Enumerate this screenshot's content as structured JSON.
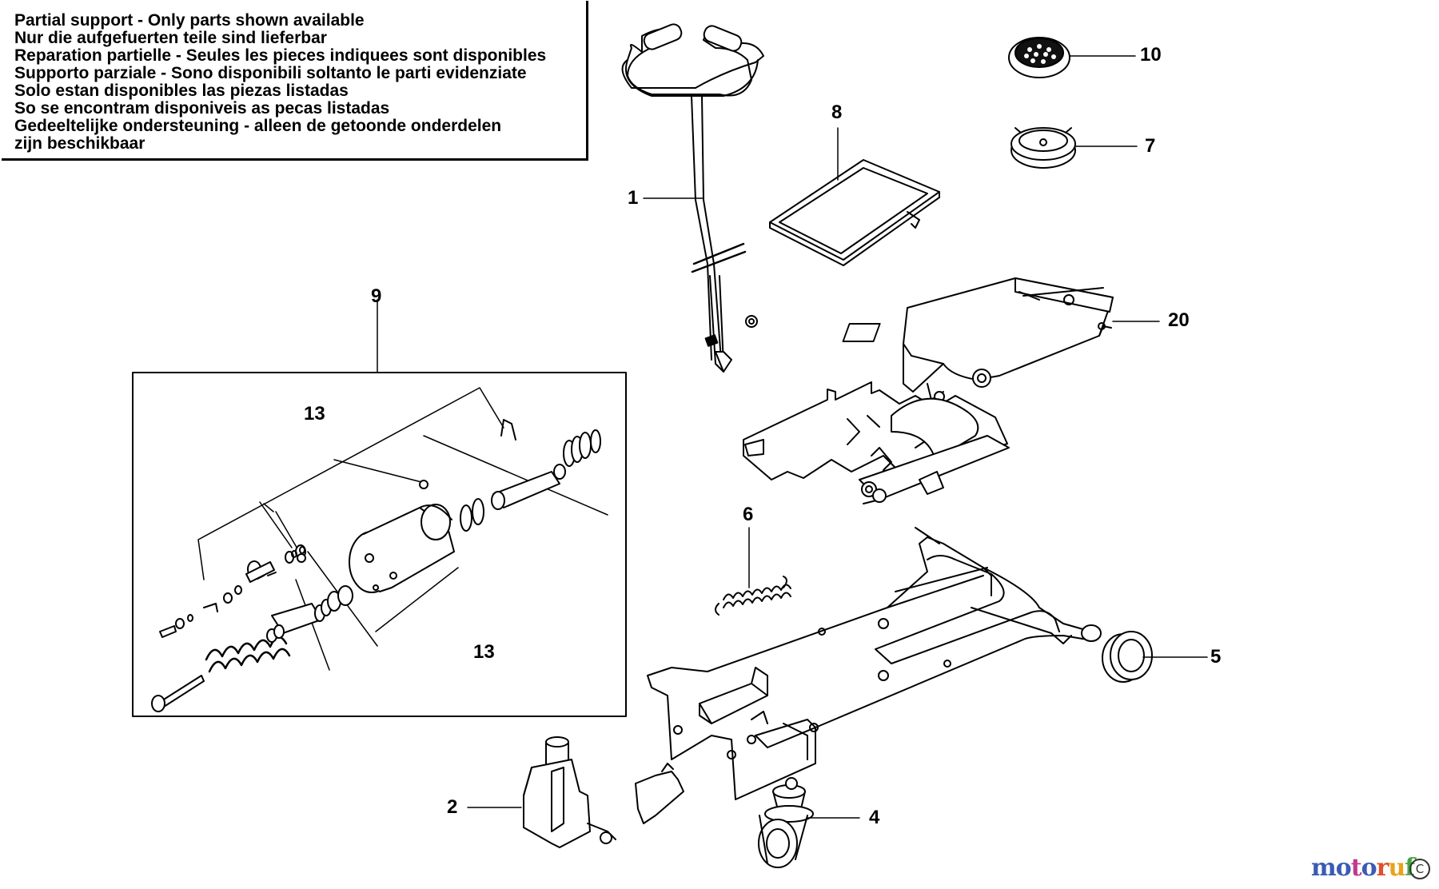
{
  "notice": {
    "lines": [
      "Partial support - Only parts shown available",
      "Nur die aufgefuerten teile sind lieferbar",
      "Reparation partielle - Seules les pieces indiquees sont disponibles",
      "Supporto parziale - Sono disponibili soltanto le parti evidenziate",
      "Solo estan disponibles las piezas listadas",
      "So se encontram disponiveis as pecas listadas",
      "Gedeeltelijke ondersteuning - alleen de getoonde onderdelen",
      "zijn beschikbaar"
    ]
  },
  "callouts": {
    "c1": "1",
    "c2": "2",
    "c4": "4",
    "c5": "5",
    "c6": "6",
    "c7": "7",
    "c8": "8",
    "c9": "9",
    "c10": "10",
    "c13a": "13",
    "c13b": "13",
    "c20": "20"
  },
  "watermark": {
    "brand": "motoruf",
    "mark": "C"
  }
}
